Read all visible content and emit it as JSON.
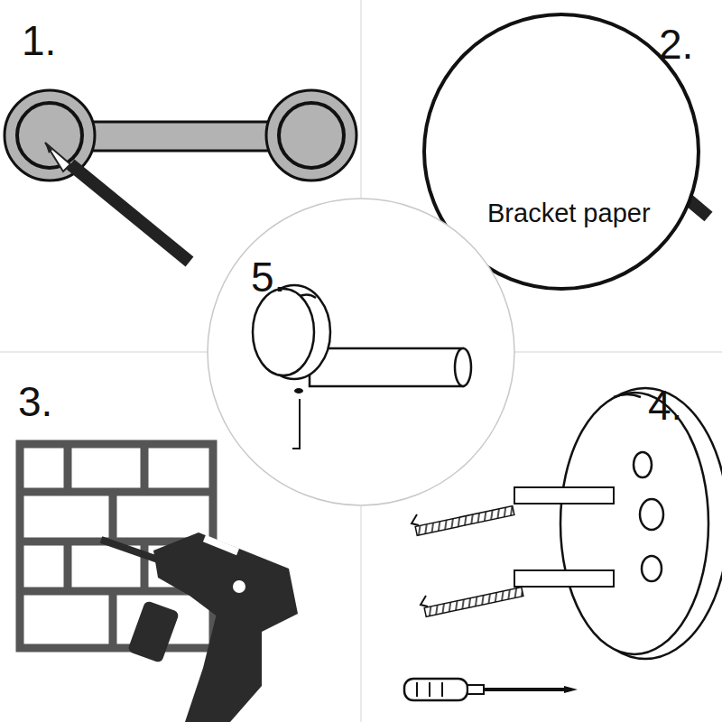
{
  "diagram": {
    "nodes": [
      {
        "text": [
          "Bracket paper"
        ]
      },
      {
        "text": [
          "5."
        ]
      }
    ],
    "labels": [
      "1.",
      "2.",
      "3.",
      "4."
    ]
  }
}
